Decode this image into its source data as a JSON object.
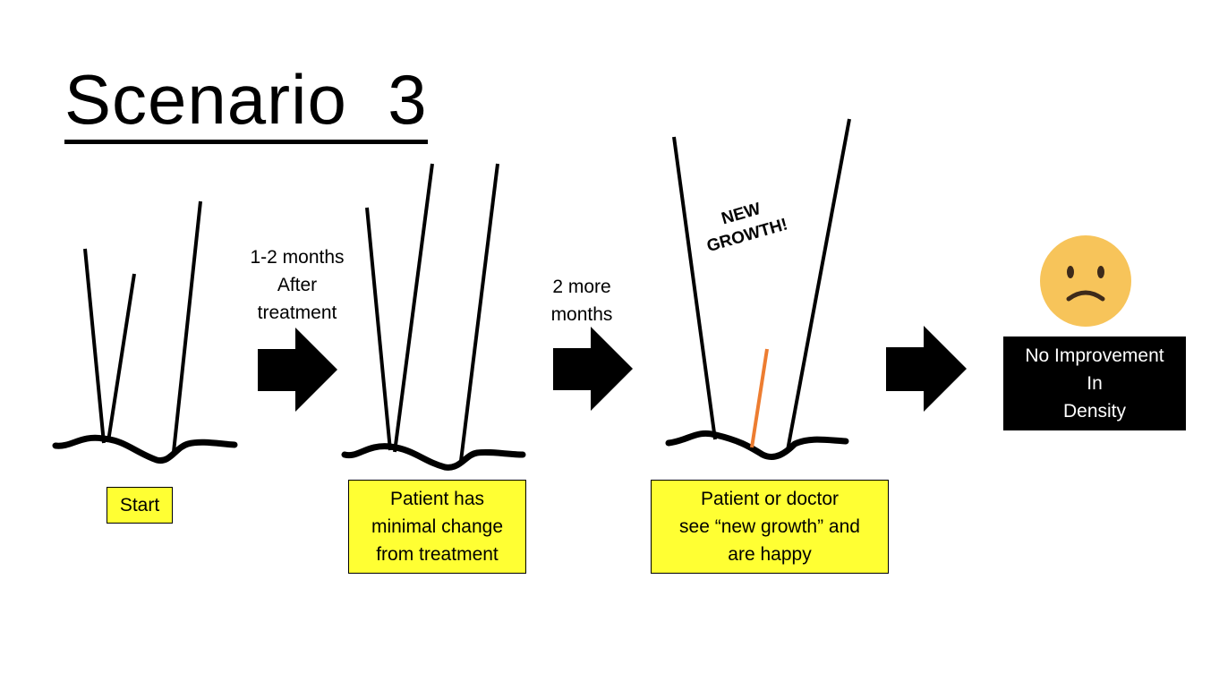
{
  "title": "Scenario  3",
  "arrows": [
    {
      "lines": [
        "1-2 months",
        "After",
        "treatment"
      ]
    },
    {
      "lines": [
        "2 more",
        "months"
      ]
    }
  ],
  "stages": [
    {
      "label": "Start"
    },
    {
      "label_lines": [
        "Patient has",
        "minimal change",
        "from treatment"
      ]
    },
    {
      "label_lines": [
        "Patient or doctor",
        "see “new growth” and",
        "are happy"
      ]
    }
  ],
  "annotation": [
    "NEW",
    "GROWTH!"
  ],
  "result": {
    "lines": [
      "No Improvement",
      "In",
      "Density"
    ],
    "icon": "sad-face-icon"
  },
  "colors": {
    "box": "#ffff33",
    "new_hair": "#ed7d31",
    "face": "#f7c45a",
    "result_bg": "#000000"
  }
}
